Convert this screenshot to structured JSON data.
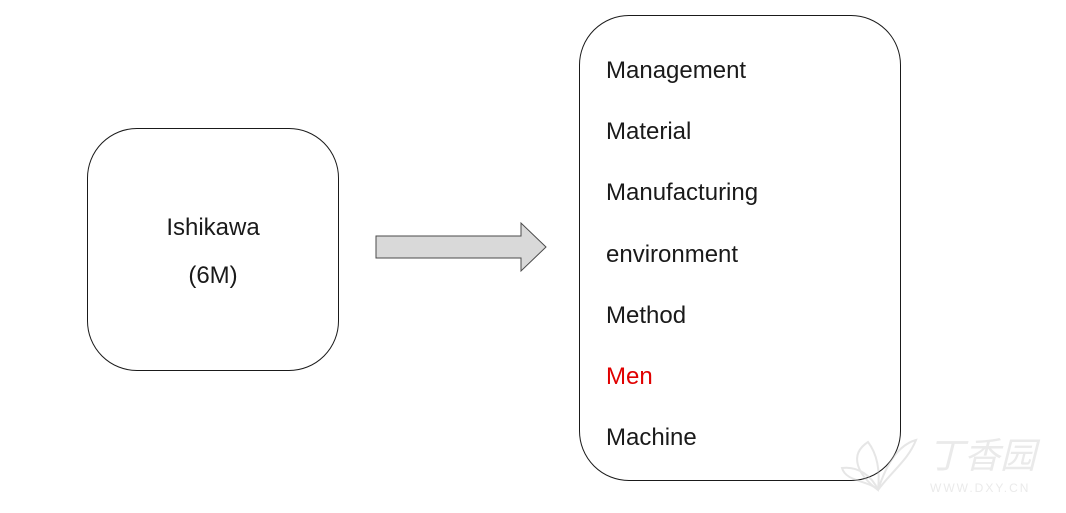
{
  "source_box": {
    "line1": "Ishikawa",
    "line2": "(6M)"
  },
  "factors": [
    {
      "label": "Management",
      "color": "#1a1a1a"
    },
    {
      "label": "Material",
      "color": "#1a1a1a"
    },
    {
      "label": "Manufacturing",
      "color": "#1a1a1a"
    },
    {
      "label": "environment",
      "color": "#1a1a1a"
    },
    {
      "label": "Method",
      "color": "#1a1a1a"
    },
    {
      "label": "Men",
      "color": "#e00000"
    },
    {
      "label": "Machine",
      "color": "#1a1a1a"
    }
  ],
  "watermark": {
    "brand": "丁香园",
    "url": "WWW.DXY.CN"
  },
  "colors": {
    "arrow_fill": "#d9d9d9",
    "arrow_stroke": "#4a4a4a",
    "highlight": "#e00000"
  }
}
